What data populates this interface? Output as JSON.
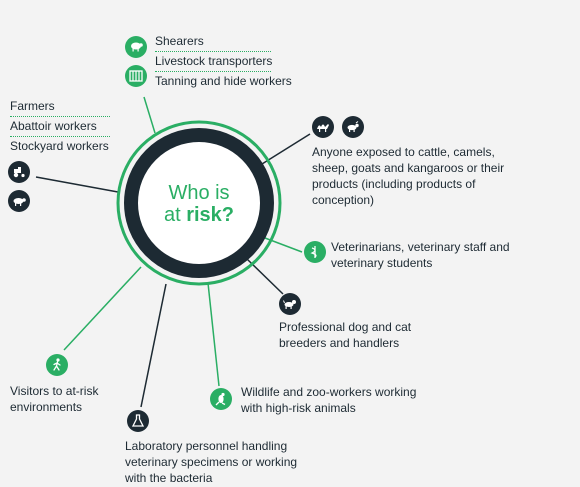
{
  "center": {
    "line1": "Who is",
    "line2a": "at ",
    "line2b": "risk?"
  },
  "groups": {
    "shearers": "Shearers",
    "livestock": "Livestock transporters",
    "tanning": "Tanning and hide workers",
    "farmers": "Farmers",
    "abattoir": "Abattoir workers",
    "stockyard": "Stockyard workers",
    "anyone": "Anyone exposed to cattle, camels, sheep, goats and kangaroos or their products (including products of conception)",
    "vets": "Veterinarians, veterinary staff and veterinary students",
    "dog": "Professional dog and cat breeders and handlers",
    "wildlife": "Wildlife and zoo-workers working with high-risk animals",
    "lab": "Laboratory personnel handling veterinary specimens or working with the bacteria",
    "visitors": "Visitors to at-risk environments"
  },
  "icons": {
    "sheep": "sheep-icon",
    "transporter": "livestock-fence-icon",
    "tractor": "tractor-icon",
    "cow": "cow-icon",
    "camel": "camel-icon",
    "goat": "goat-icon",
    "vet": "veterinary-caduceus-icon",
    "dog": "dog-icon",
    "kangaroo": "kangaroo-icon",
    "lab": "laboratory-flask-icon",
    "walker": "walking-person-icon"
  },
  "colors": {
    "accent": "#2aae64",
    "dark": "#1d2a33",
    "background": "#f3f3f3"
  }
}
